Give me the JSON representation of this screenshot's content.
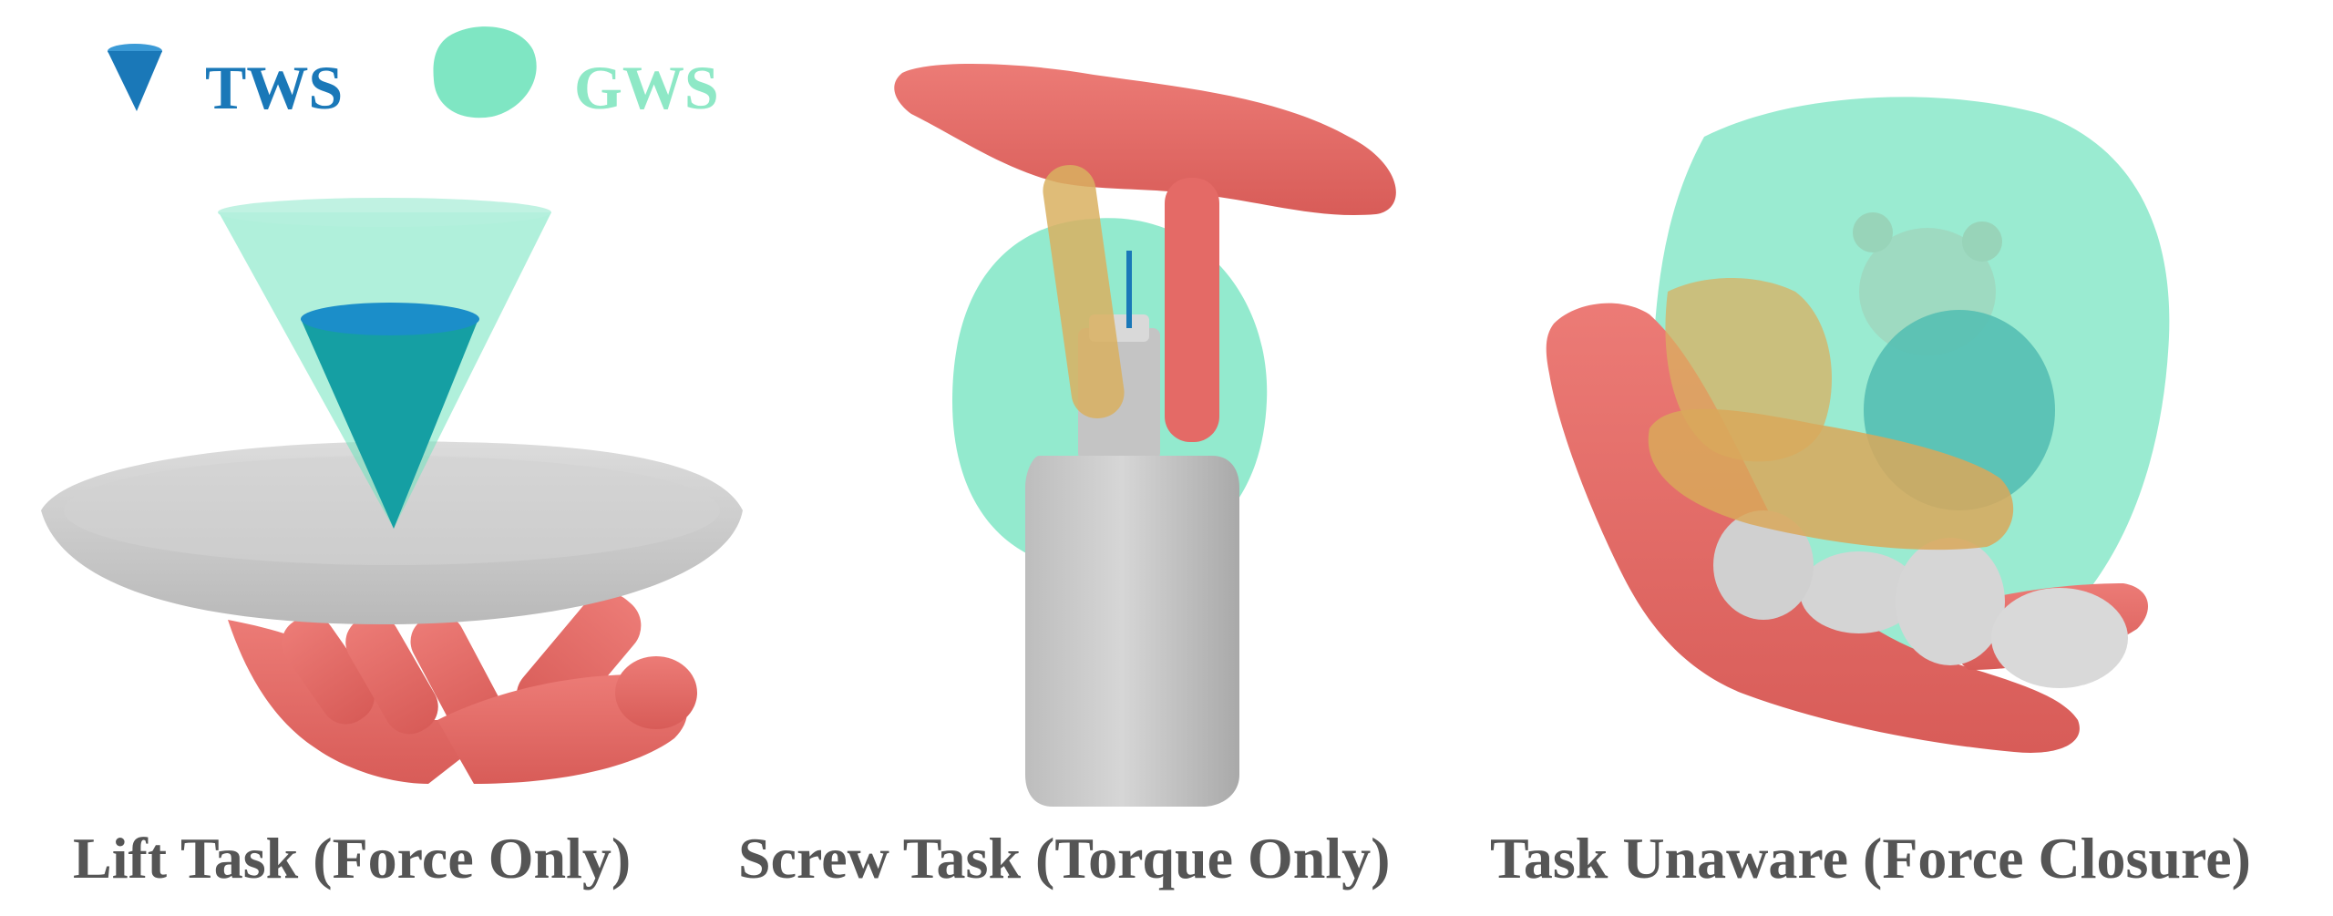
{
  "legend": {
    "tws_label": "TWS",
    "gws_label": "GWS"
  },
  "panels": [
    {
      "caption": "Lift Task (Force Only)"
    },
    {
      "caption": "Screw Task (Torque Only)"
    },
    {
      "caption": "Task Unaware (Force Closure)"
    }
  ],
  "colors": {
    "tws": "#1a78b8",
    "gws": "#6fe3bd",
    "hand": "#e46a66",
    "object": "#c9c9c9",
    "caption_text": "#555555"
  }
}
